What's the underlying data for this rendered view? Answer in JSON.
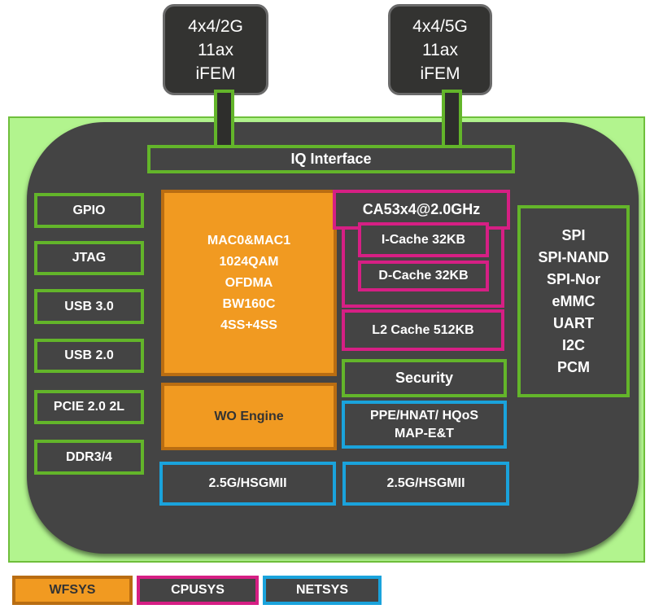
{
  "radios": [
    {
      "lines": [
        "4x4/2G",
        "11ax",
        "iFEM"
      ]
    },
    {
      "lines": [
        "4x4/5G",
        "11ax",
        "iFEM"
      ]
    }
  ],
  "iq_interface": "IQ Interface",
  "left_interfaces": [
    "GPIO",
    "JTAG",
    "USB 3.0",
    "USB 2.0",
    "PCIE 2.0 2L",
    "DDR3/4"
  ],
  "wifi": {
    "mac_lines": [
      "MAC0&MAC1",
      "1024QAM",
      "OFDMA",
      "BW160C",
      "4SS+4SS"
    ],
    "wo_engine": "WO Engine",
    "sgmii": "2.5G/HSGMII"
  },
  "cpu": {
    "core": "CA53x4@2.0GHz",
    "icache": "I-Cache 32KB",
    "dcache": "D-Cache 32KB",
    "l2": "L2 Cache 512KB"
  },
  "security": "Security",
  "net": {
    "ppe_lines": [
      "PPE/HNAT/ HQoS",
      "MAP-E&T"
    ],
    "sgmii": "2.5G/HSGMII"
  },
  "peripherals": [
    "SPI",
    "SPI-NAND",
    "SPI-Nor",
    "eMMC",
    "UART",
    "I2C",
    "PCM"
  ],
  "legend": [
    "WFSYS",
    "CPUSYS",
    "NETSYS"
  ],
  "colors": {
    "wfsys": "#f19a21",
    "cpusys": "#d61f84",
    "netsys": "#1aa3dc",
    "io": "#63b52a",
    "chip_bg": "#444444",
    "board": "#b2f48e"
  }
}
